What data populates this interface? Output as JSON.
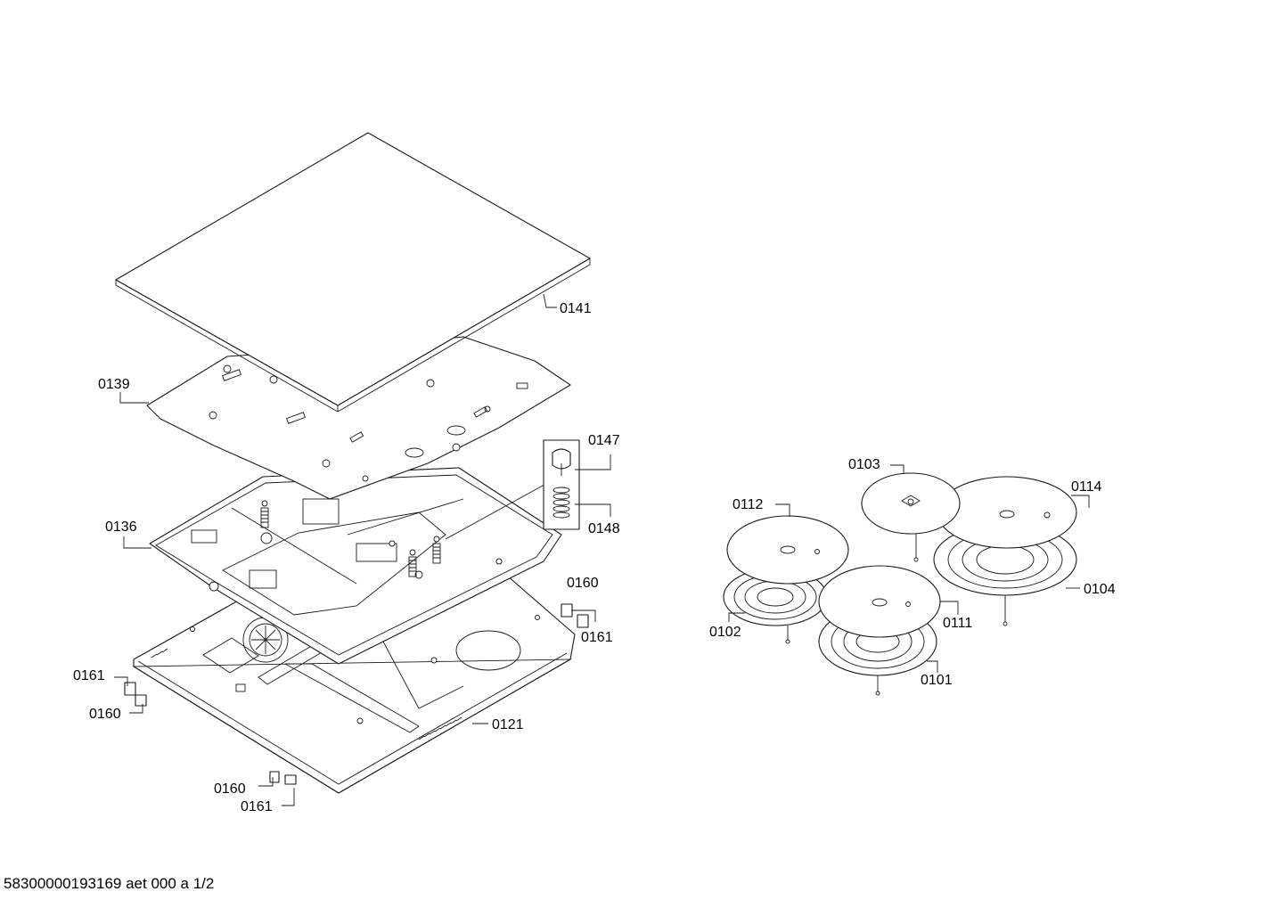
{
  "document_ref": "58300000193169 aet 000 a 1/2",
  "callouts": {
    "p0141": "0141",
    "p0139": "0139",
    "p0147": "0147",
    "p0148": "0148",
    "p0136": "0136",
    "p0160_a": "0160",
    "p0161_a": "0161",
    "p0161_b": "0161",
    "p0160_b": "0160",
    "p0121": "0121",
    "p0160_c": "0160",
    "p0161_c": "0161",
    "p0103": "0103",
    "p0112": "0112",
    "p0114": "0114",
    "p0104": "0104",
    "p0102": "0102",
    "p0111": "0111",
    "p0101": "0101"
  }
}
